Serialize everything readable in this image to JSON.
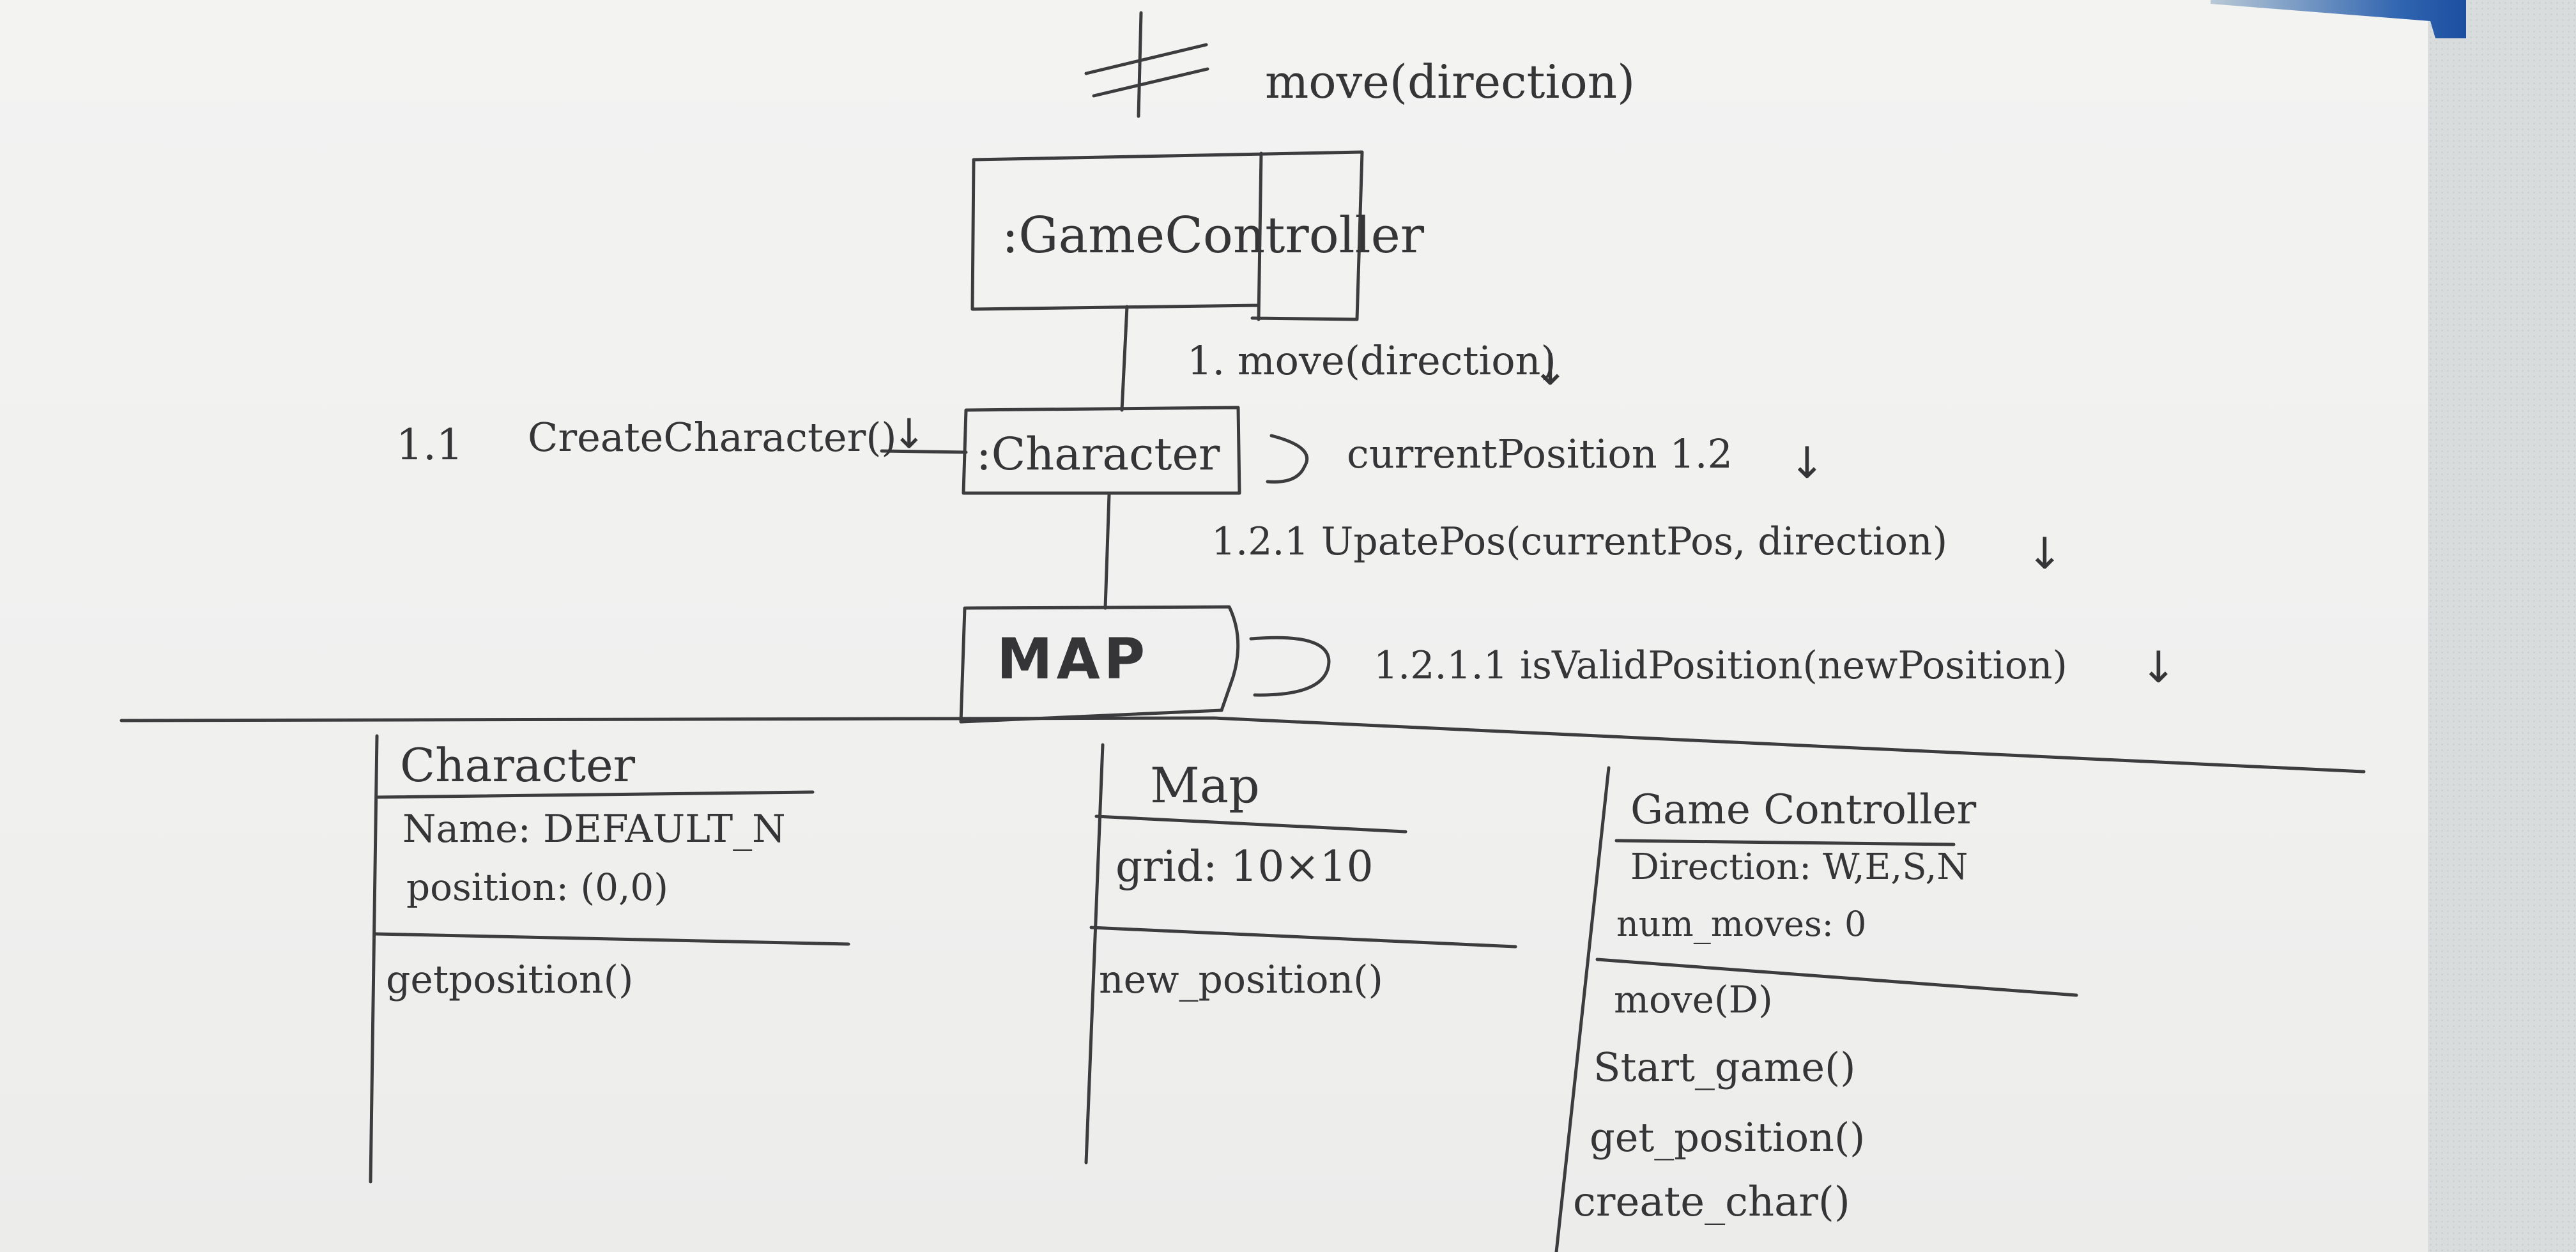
{
  "sequence": {
    "start_message": "move(direction)",
    "objects": {
      "game_controller": ":GameController",
      "character": ":Character",
      "map": "MAP"
    },
    "messages": {
      "m1": "1. move(direction)",
      "m1_1_num": "1.1",
      "m1_1": "CreateCharacter()",
      "m1_2": "currentPosition 1.2",
      "m1_2_1": "1.2.1 UpatePos(currentPos, direction)",
      "m1_2_1_1": "1.2.1.1 isValidPosition(newPosition)"
    },
    "arrow_glyph": "↓"
  },
  "classes": {
    "character": {
      "name": "Character",
      "attributes": [
        "Name: DEFAULT_N",
        "position: (0,0)"
      ],
      "methods": [
        "getposition()"
      ]
    },
    "map": {
      "name": "Map",
      "attributes": [
        "grid: 10×10"
      ],
      "methods": [
        "new_position()"
      ]
    },
    "game_controller": {
      "name": "Game Controller",
      "attributes": [
        "Direction: W,E,S,N",
        "num_moves: 0"
      ],
      "methods": [
        "move(D)",
        "Start_game()",
        "get_position()",
        "create_char()"
      ]
    }
  },
  "colors": {
    "board": "#f1f1f0",
    "ink": "#3c3c3e",
    "wall": "#d8dcdd",
    "blue_edge": "#2f64b0"
  }
}
